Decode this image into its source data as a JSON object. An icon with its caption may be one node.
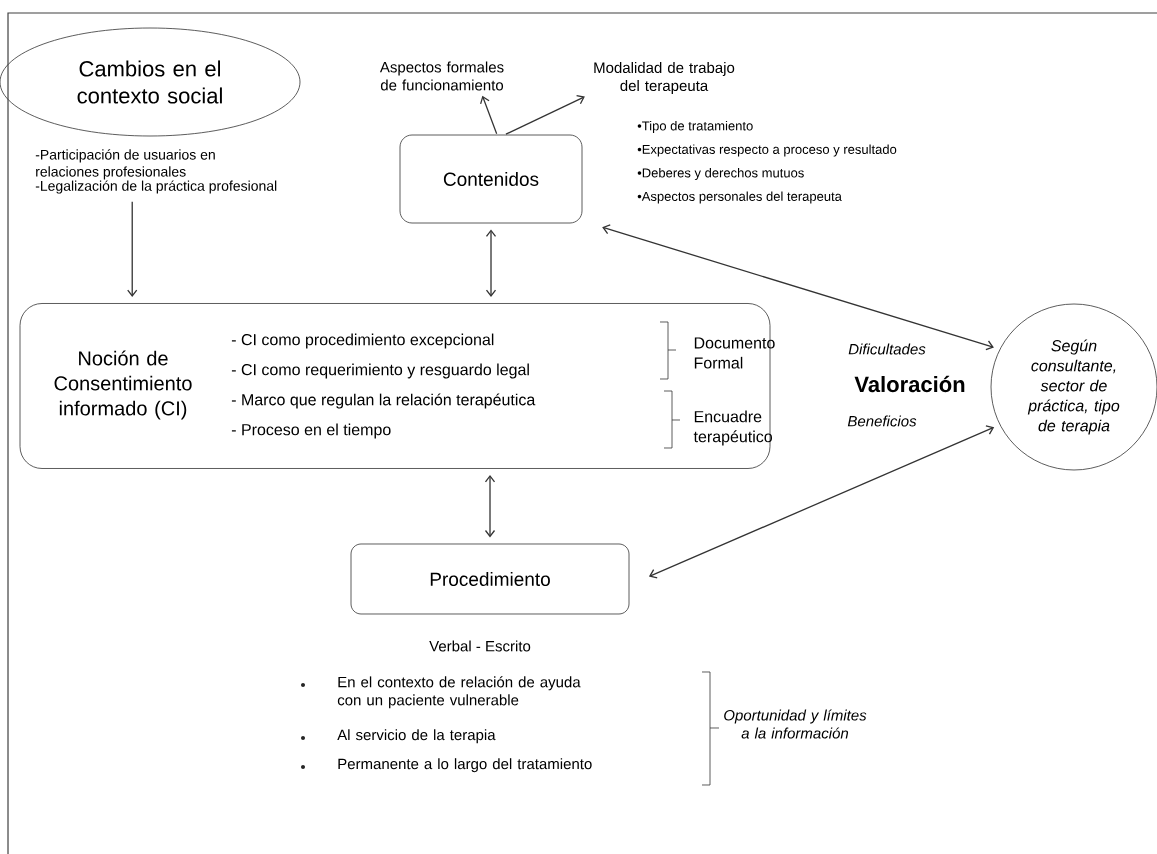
{
  "diagram": {
    "nodes": [
      {
        "text": [
          "Cambios en el contexto social"
        ]
      },
      {
        "text": [
          "-Participación de usuarios en relaciones profesionales",
          "-Legalización de la práctica profesional"
        ]
      },
      {
        "text": [
          "Aspectos formales de funcionamiento"
        ]
      },
      {
        "text": [
          "Modalidad de trabajo del terapeuta"
        ]
      },
      {
        "text": [
          "Contenidos"
        ]
      },
      {
        "text": [
          "Noción de Consentimiento informado (CI)",
          "- CI como procedimiento excepcional",
          "- CI como requerimiento y resguardo legal",
          "- Marco que regulan la relación terapéutica",
          "- Proceso en el tiempo",
          "Documento Formal",
          "Encuadre terapéutico"
        ]
      },
      {
        "text": [
          "Según consultante, sector de práctica, tipo de terapia"
        ]
      },
      {
        "text": [
          "Procedimiento"
        ],
        "beside": [
          "Verbal - Escrito"
        ]
      }
    ],
    "edges": [
      {
        "from": 4,
        "to": 2,
        "arrow": "to"
      },
      {
        "from": 4,
        "to": 3,
        "arrow": "to"
      },
      {
        "from": 1,
        "to": 5,
        "arrow": "to"
      },
      {
        "from": 4,
        "to": 5,
        "arrow": "both"
      },
      {
        "from": 5,
        "to": 7,
        "arrow": "both"
      },
      {
        "from": 4,
        "to": 6,
        "arrow": "both"
      },
      {
        "from": 7,
        "to": 6,
        "arrow": "both"
      }
    ],
    "labels": [
      "•Tipo de tratamiento",
      "•Expectativas respecto a proceso y resultado",
      "•Deberes y derechos mutuos",
      "•Aspectos personales del terapeuta",
      "Dificultades",
      "Valoración",
      "Beneficios",
      "En el contexto de relación de ayuda con un paciente vulnerable",
      "Al servicio de la terapia",
      "Permanente a lo largo del tratamiento",
      "Oportunidad y límites a la información"
    ]
  }
}
